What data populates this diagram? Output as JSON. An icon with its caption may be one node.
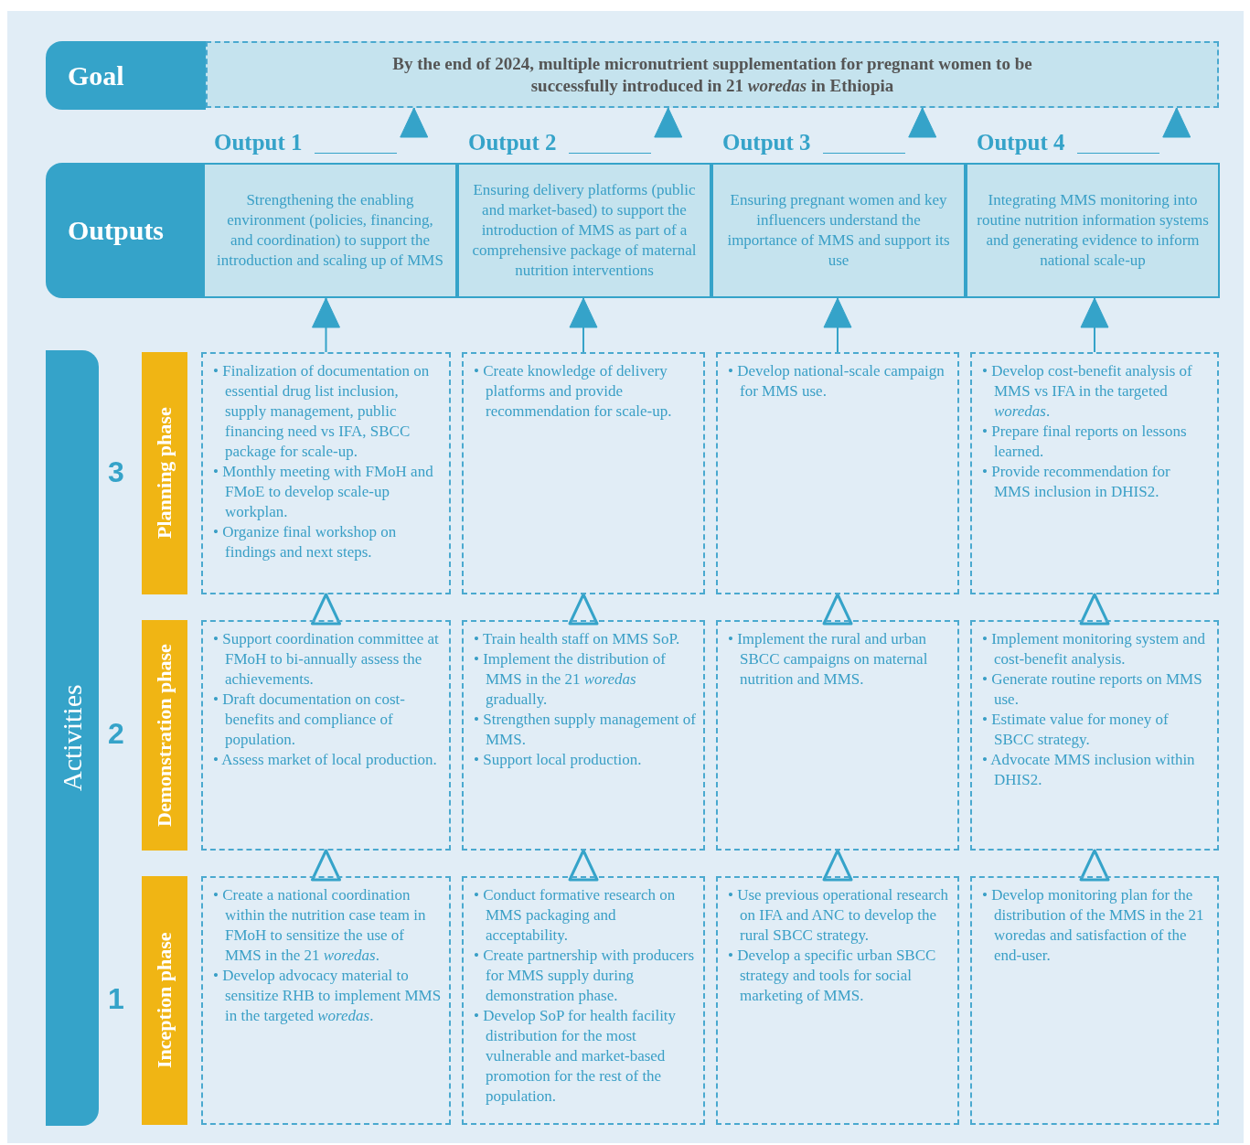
{
  "diagram": {
    "nodes": [
      {
        "text": [
          "Goal"
        ]
      },
      {
        "text": [
          "By the end of 2024, multiple micronutrient supplementation for pregnant women to be successfully introduced in 21 *woredas* in Ethiopia"
        ]
      },
      {
        "text": [
          "Outputs"
        ]
      },
      {
        "text": [
          "Output 1",
          "Strengthening the enabling environment (policies, financing, and coordination) to support the introduction and scaling up of MMS"
        ]
      },
      {
        "text": [
          "Output 2",
          "Ensuring delivery platforms (public and market-based) to support the introduction of MMS as part of a comprehensive package of maternal nutrition interventions"
        ]
      },
      {
        "text": [
          "Output 3",
          "Ensuring pregnant women and key influencers understand the importance of MMS and support its use"
        ]
      },
      {
        "text": [
          "Output 4",
          "Integrating MMS monitoring into routine nutrition information systems and generating evidence to inform national scale-up"
        ]
      },
      {
        "text": [
          "Activities"
        ]
      },
      {
        "text": [
          "Planning phase"
        ],
        "beside": [
          "3"
        ]
      },
      {
        "text": [
          "Demonstration phase"
        ],
        "beside": [
          "2"
        ]
      },
      {
        "text": [
          "Inception phase"
        ],
        "beside": [
          "1"
        ]
      },
      {
        "text": [
          "• Finalization of documentation on essential drug list inclusion, supply management, public financing need vs IFA, SBCC package for scale-up.",
          "• Monthly meeting with FMoH and FMoE to develop scale-up workplan.",
          "• Organize final workshop on findings and next steps."
        ]
      },
      {
        "text": [
          "• Create knowledge of delivery platforms and provide recommendation for scale-up."
        ]
      },
      {
        "text": [
          "• Develop national-scale campaign for MMS use."
        ]
      },
      {
        "text": [
          "• Develop cost-benefit analysis of MMS vs IFA in the targeted *woredas*.",
          "• Prepare final reports on lessons learned.",
          "• Provide recommendation for MMS inclusion in DHIS2."
        ]
      },
      {
        "text": [
          "• Support coordination committee at FMoH to bi-annually assess the achievements.",
          "• Draft documentation on cost-benefits and compliance of population.",
          "• Assess market of local production."
        ]
      },
      {
        "text": [
          "• Train health staff on MMS SoP.",
          "• Implement the distribution of MMS in the 21 *woredas* gradually.",
          "• Strengthen supply management of MMS.",
          "• Support local production."
        ]
      },
      {
        "text": [
          "• Implement the rural and urban SBCC campaigns on maternal nutrition and MMS."
        ]
      },
      {
        "text": [
          "• Implement monitoring system and cost-benefit analysis.",
          "• Generate routine reports on MMS use.",
          "• Estimate value for money of SBCC strategy.",
          "• Advocate MMS inclusion within DHIS2."
        ]
      },
      {
        "text": [
          "• Create a national coordination within the nutrition case team in FMoH to sensitize the use of MMS in the 21 *woredas*.",
          "• Develop advocacy material to sensitize RHB to implement MMS in the targeted *woredas*."
        ]
      },
      {
        "text": [
          "• Conduct formative research on MMS packaging and acceptability.",
          "• Create partnership with producers for MMS supply during demonstration phase.",
          "• Develop SoP for health facility distribution for the most vulnerable and market-based promotion for the rest of the population."
        ]
      },
      {
        "text": [
          "• Use previous operational research on IFA and ANC to develop the rural SBCC strategy.",
          "• Develop a specific urban SBCC strategy and tools for social marketing of MMS."
        ]
      },
      {
        "text": [
          "• Develop monitoring plan for the distribution of the MMS in the 21 woredas and satisfaction of the end-user."
        ]
      }
    ],
    "edges": [
      {
        "from": 3,
        "to": 1,
        "arrow": "to"
      },
      {
        "from": 4,
        "to": 1,
        "arrow": "to"
      },
      {
        "from": 5,
        "to": 1,
        "arrow": "to"
      },
      {
        "from": 6,
        "to": 1,
        "arrow": "to"
      },
      {
        "from": 11,
        "to": 3,
        "arrow": "to"
      },
      {
        "from": 12,
        "to": 4,
        "arrow": "to"
      },
      {
        "from": 13,
        "to": 5,
        "arrow": "to"
      },
      {
        "from": 14,
        "to": 6,
        "arrow": "to"
      },
      {
        "from": 15,
        "to": 11,
        "arrow": "to"
      },
      {
        "from": 16,
        "to": 12,
        "arrow": "to"
      },
      {
        "from": 17,
        "to": 13,
        "arrow": "to"
      },
      {
        "from": 18,
        "to": 14,
        "arrow": "to"
      },
      {
        "from": 19,
        "to": 15,
        "arrow": "to"
      },
      {
        "from": 20,
        "to": 16,
        "arrow": "to"
      },
      {
        "from": 21,
        "to": 17,
        "arrow": "to"
      },
      {
        "from": 22,
        "to": 18,
        "arrow": "to"
      }
    ]
  }
}
